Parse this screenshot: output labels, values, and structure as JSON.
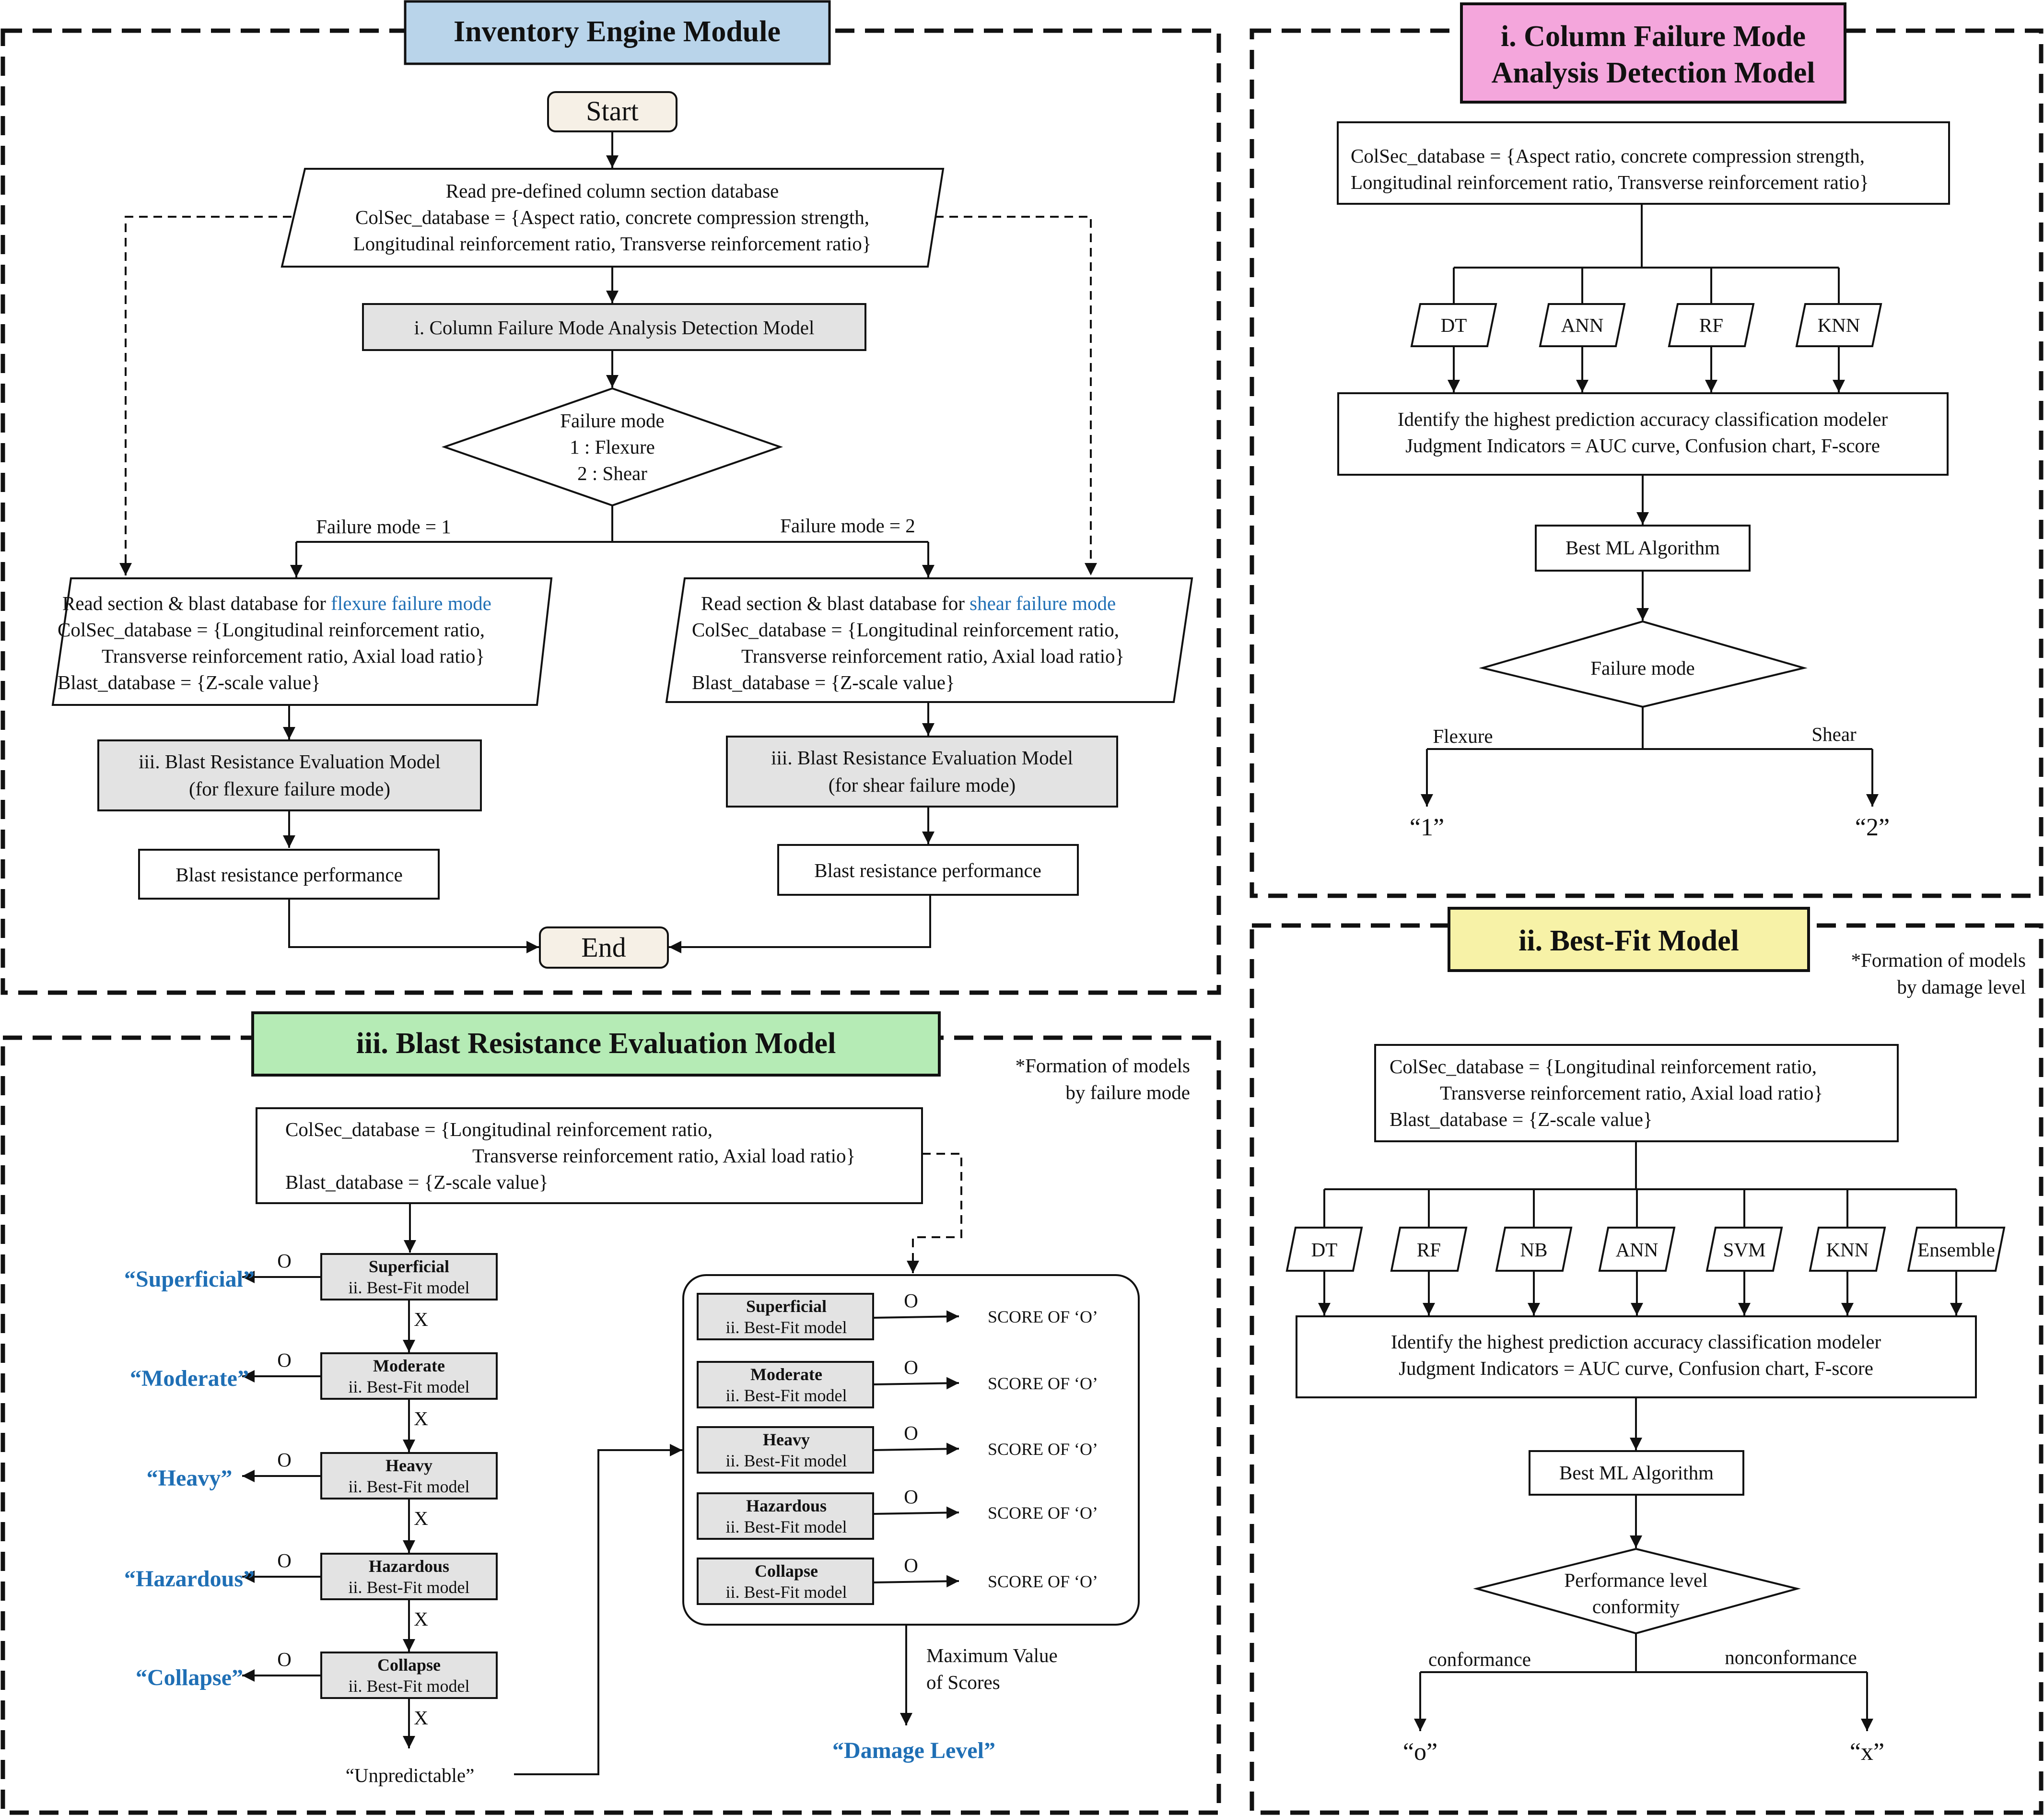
{
  "inventory": {
    "header": "Inventory Engine Module",
    "start": "Start",
    "read_db": [
      "Read pre-defined column section database",
      "ColSec_database = {Aspect ratio, concrete compression strength,",
      "Longitudinal reinforcement ratio, Transverse reinforcement ratio}"
    ],
    "cfm_step": "i. Column Failure Mode Analysis Detection Model",
    "decision": [
      "Failure mode",
      "1 : Flexure",
      "2 : Shear"
    ],
    "branch_left": "Failure mode = 1",
    "branch_right": "Failure mode = 2",
    "flex_db_lead": "Read section & blast database for ",
    "flex_db_colored": "flexure failure mode",
    "shear_db_lead": "Read section & blast database for ",
    "shear_db_colored": "shear failure mode",
    "db_lines": [
      "ColSec_database = {Longitudinal reinforcement ratio,",
      "Transverse reinforcement ratio, Axial load ratio}",
      "Blast_database = {Z-scale value}"
    ],
    "eval_flex": [
      "iii. Blast Resistance Evaluation Model",
      "(for flexure failure mode)"
    ],
    "eval_shear": [
      "iii. Blast Resistance Evaluation Model",
      "(for shear failure mode)"
    ],
    "perf": "Blast resistance performance",
    "end": "End"
  },
  "cfm": {
    "header": [
      "i. Column Failure Mode",
      "Analysis Detection Model"
    ],
    "db": [
      "ColSec_database = {Aspect ratio, concrete compression strength,",
      "Longitudinal reinforcement ratio, Transverse reinforcement ratio}"
    ],
    "algos": [
      "DT",
      "ANN",
      "RF",
      "KNN"
    ],
    "identify": [
      "Identify the highest prediction accuracy classification modeler",
      "Judgment Indicators = AUC curve, Confusion chart, F-score"
    ],
    "best": "Best ML Algorithm",
    "decision": "Failure mode",
    "left_label": "Flexure",
    "right_label": "Shear",
    "left_out": "“1”",
    "right_out": "“2”"
  },
  "bestfit": {
    "header": "ii. Best-Fit Model",
    "note": [
      "*Formation of models",
      "by damage level"
    ],
    "db": [
      "ColSec_database = {Longitudinal reinforcement ratio,",
      "Transverse reinforcement ratio, Axial load ratio}",
      "Blast_database = {Z-scale value}"
    ],
    "algos": [
      "DT",
      "RF",
      "NB",
      "ANN",
      "SVM",
      "KNN",
      "Ensemble"
    ],
    "identify": [
      "Identify the highest prediction accuracy classification modeler",
      "Judgment Indicators = AUC curve, Confusion chart, F-score"
    ],
    "best": "Best ML Algorithm",
    "decision": [
      "Performance level",
      "conformity"
    ],
    "left_label": "conformance",
    "right_label": "nonconformance",
    "left_out": "“o”",
    "right_out": "“x”"
  },
  "bre": {
    "header": "iii. Blast Resistance Evaluation Model",
    "note": [
      "*Formation of models",
      "by failure mode"
    ],
    "db": [
      "ColSec_database = {Longitudinal reinforcement ratio,",
      "Transverse reinforcement ratio, Axial load ratio}",
      "Blast_database = {Z-scale value}"
    ],
    "levels": [
      "Superficial",
      "Moderate",
      "Heavy",
      "Hazardous",
      "Collapse"
    ],
    "model_sub": "ii. Best-Fit model",
    "level_out": [
      "“Superficial”",
      "“Moderate”",
      "“Heavy”",
      "“Hazardous”",
      "“Collapse”"
    ],
    "o": "O",
    "x": "X",
    "unpredictable": "“Unpredictable”",
    "score": "SCORE OF ‘O’",
    "max": [
      "Maximum Value",
      "of Scores"
    ],
    "damage": "“Damage Level”"
  },
  "colors": {
    "inventory_header": "#b9d4ea",
    "cfm_header": "#f4a6dc",
    "bestfit_header": "#f7f2a7",
    "bre_header": "#b5ebb5",
    "process_gray": "#e3e3e3",
    "label_blue": "#1f6fb5"
  }
}
